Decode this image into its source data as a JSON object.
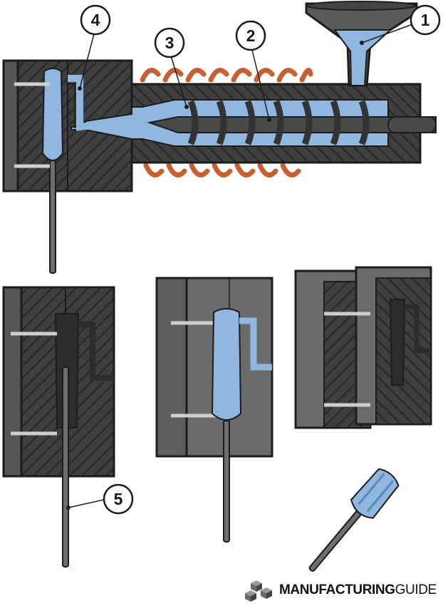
{
  "diagram": {
    "callouts": [
      {
        "id": "1",
        "label": "1"
      },
      {
        "id": "2",
        "label": "2"
      },
      {
        "id": "3",
        "label": "3"
      },
      {
        "id": "4",
        "label": "4"
      },
      {
        "id": "5",
        "label": "5"
      }
    ]
  },
  "brand": {
    "name_bold": "MANUFACTURING",
    "name_light": "GUIDE",
    "logo_icon": "cube-cluster-icon"
  },
  "colors": {
    "mold_dark": "#3d3d3d",
    "mold_face": "#595959",
    "mold_side": "#7d7d7d",
    "plastic": "#8fb7e0",
    "heater": "#d2683a",
    "screw": "#4a4a4a",
    "outline": "#1c1c1c"
  }
}
